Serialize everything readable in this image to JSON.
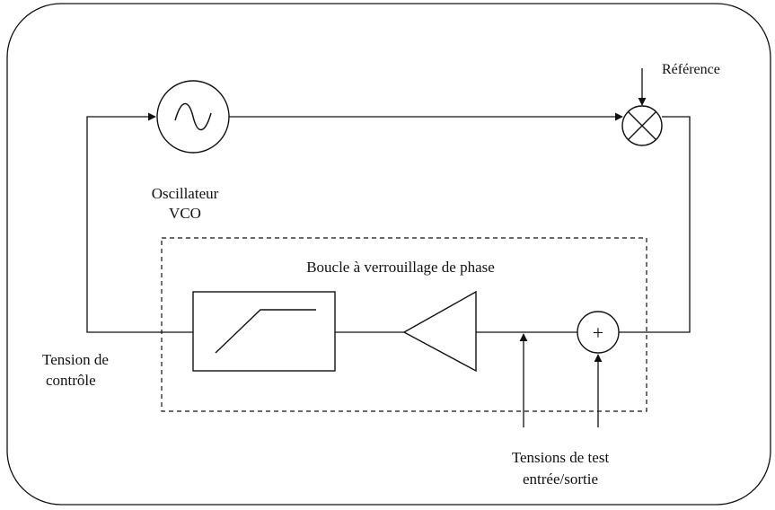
{
  "labels": {
    "reference": "Référence",
    "oscillator_line1": "Oscillateur",
    "oscillator_line2": "VCO",
    "pll_title": "Boucle à verrouillage de phase",
    "control_voltage_line1": "Tension de",
    "control_voltage_line2": "contrôle",
    "test_voltages_line1": "Tensions de test",
    "test_voltages_line2": "entrée/sortie"
  },
  "symbols": {
    "adder": "+"
  },
  "icons": {
    "oscillator": "sine-wave-oscillator-icon",
    "mixer": "multiplier-cross-icon",
    "filter": "ramp-filter-icon",
    "amplifier": "triangle-amplifier-icon",
    "adder": "summing-junction-icon"
  },
  "colors": {
    "line": "#111111",
    "background": "#ffffff"
  }
}
